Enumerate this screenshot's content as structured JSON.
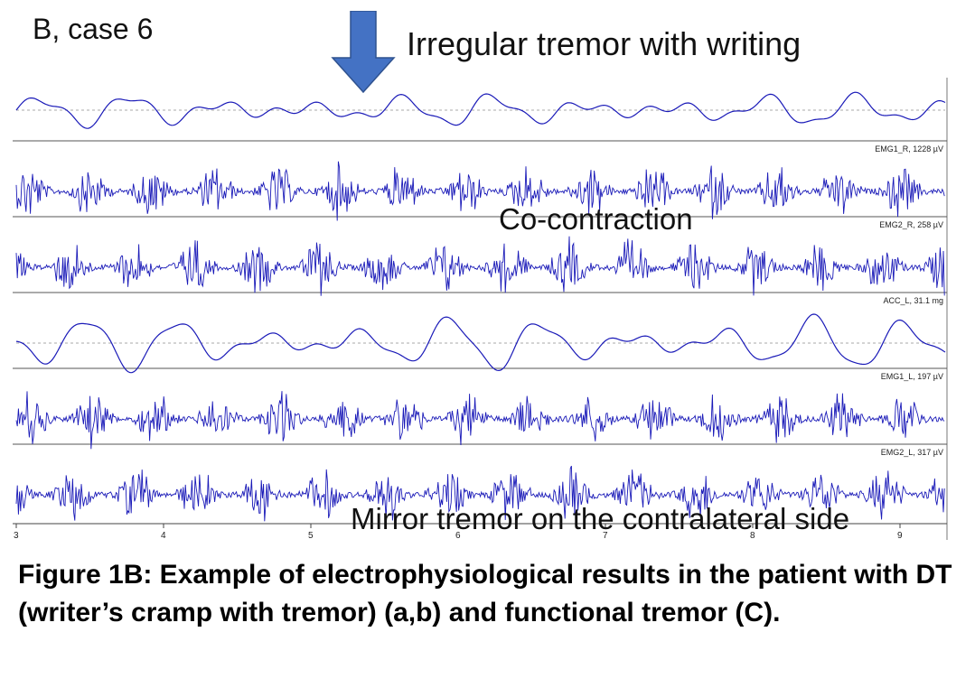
{
  "panel_label": "B, case 6",
  "annotations": {
    "top": "Irregular tremor with writing",
    "middle": "Co-contraction",
    "bottom": "Mirror tremor on the contralateral side"
  },
  "channels": [
    {
      "id": "acc-right",
      "label": "",
      "kind": "acc"
    },
    {
      "id": "emg1-right",
      "label": "EMG1_R, 1228 µV",
      "kind": "emg"
    },
    {
      "id": "emg2-right",
      "label": "EMG2_R, 258 µV",
      "kind": "emg"
    },
    {
      "id": "acc-left",
      "label": "ACC_L, 31.1 mg",
      "kind": "acc"
    },
    {
      "id": "emg1-left",
      "label": "EMG1_L, 197 µV",
      "kind": "emg"
    },
    {
      "id": "emg2-left",
      "label": "EMG2_L, 317 µV",
      "kind": "emg"
    }
  ],
  "time_axis": {
    "ticks": [
      "3",
      "4",
      "5",
      "6",
      "7",
      "8",
      "9"
    ]
  },
  "colors": {
    "trace": "#1a1ab8",
    "arrow": "#4472c4",
    "separator": "#555555"
  },
  "caption": "Figure 1B: Example of electrophysiological results in the patient with DT (writer’s cramp with tremor) (a,b) and functional tremor (C)."
}
